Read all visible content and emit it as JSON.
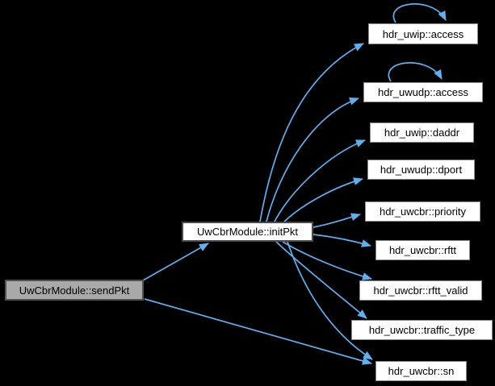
{
  "diagram": {
    "kind": "call-graph",
    "colors": {
      "background": "#000000",
      "edge": "#5eb1f0",
      "node_fill": "#ffffff",
      "node_border": "#8a8a8a",
      "center_node_border": "#4a4a4a",
      "highlight_node_fill": "#a9a9a9",
      "text": "#000000"
    }
  },
  "nodes": [
    {
      "id": "sendPkt",
      "label": "UwCbrModule::sendPkt",
      "role": "highlighted-source"
    },
    {
      "id": "initPkt",
      "label": "UwCbrModule::initPkt",
      "role": "intermediate"
    },
    {
      "id": "uwip_access",
      "label": "hdr_uwip::access",
      "self_loop": true
    },
    {
      "id": "uwudp_access",
      "label": "hdr_uwudp::access",
      "self_loop": true
    },
    {
      "id": "uwip_daddr",
      "label": "hdr_uwip::daddr"
    },
    {
      "id": "uwudp_dport",
      "label": "hdr_uwudp::dport"
    },
    {
      "id": "uwcbr_priority",
      "label": "hdr_uwcbr::priority"
    },
    {
      "id": "uwcbr_rftt",
      "label": "hdr_uwcbr::rftt"
    },
    {
      "id": "uwcbr_rftt_valid",
      "label": "hdr_uwcbr::rftt_valid"
    },
    {
      "id": "uwcbr_traffic_type",
      "label": "hdr_uwcbr::traffic_type"
    },
    {
      "id": "uwcbr_sn",
      "label": "hdr_uwcbr::sn"
    }
  ],
  "edges": [
    {
      "from": "UwCbrModule::sendPkt",
      "to": "UwCbrModule::initPkt"
    },
    {
      "from": "UwCbrModule::sendPkt",
      "to": "hdr_uwcbr::sn"
    },
    {
      "from": "UwCbrModule::initPkt",
      "to": "hdr_uwip::access"
    },
    {
      "from": "UwCbrModule::initPkt",
      "to": "hdr_uwudp::access"
    },
    {
      "from": "UwCbrModule::initPkt",
      "to": "hdr_uwip::daddr"
    },
    {
      "from": "UwCbrModule::initPkt",
      "to": "hdr_uwudp::dport"
    },
    {
      "from": "UwCbrModule::initPkt",
      "to": "hdr_uwcbr::priority"
    },
    {
      "from": "UwCbrModule::initPkt",
      "to": "hdr_uwcbr::rftt"
    },
    {
      "from": "UwCbrModule::initPkt",
      "to": "hdr_uwcbr::rftt_valid"
    },
    {
      "from": "UwCbrModule::initPkt",
      "to": "hdr_uwcbr::traffic_type"
    },
    {
      "from": "UwCbrModule::initPkt",
      "to": "hdr_uwcbr::sn"
    },
    {
      "from": "hdr_uwip::access",
      "to": "hdr_uwip::access",
      "self_loop": true
    },
    {
      "from": "hdr_uwudp::access",
      "to": "hdr_uwudp::access",
      "self_loop": true
    }
  ]
}
